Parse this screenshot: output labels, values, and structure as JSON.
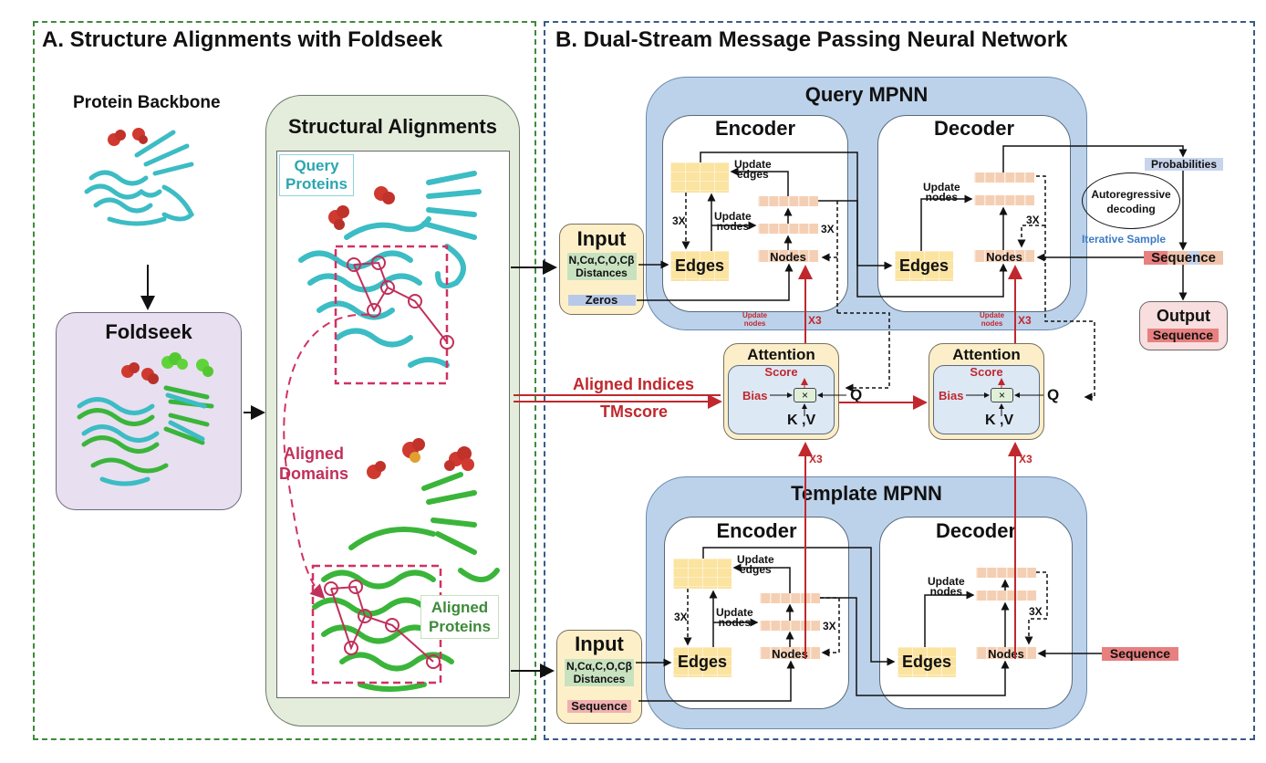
{
  "panel_a": {
    "title": "A. Structure Alignments with Foldseek",
    "protein_backbone_label": "Protein Backbone",
    "foldseek_label": "Foldseek",
    "structural_alignments": {
      "title": "Structural Alignments",
      "query_label": [
        "Query",
        "Proteins"
      ],
      "aligned_domains_label": [
        "Aligned",
        "Domains"
      ],
      "aligned_proteins_label": [
        "Aligned",
        "Proteins"
      ]
    }
  },
  "panel_b": {
    "title": "B. Dual-Stream Message Passing Neural Network",
    "query_mpnn": {
      "title": "Query  MPNN",
      "encoder": {
        "title": "Encoder",
        "update_edges": [
          "Update",
          "edges"
        ],
        "update_nodes": [
          "Update",
          "nodes"
        ],
        "repeat_left": "3X",
        "repeat_right": "3X",
        "edges_label": "Edges",
        "nodes_label": "Nodes"
      },
      "decoder": {
        "title": "Decoder",
        "update_nodes": [
          "Update",
          "nodes"
        ],
        "repeat": "3X",
        "edges_label": "Edges",
        "nodes_label": "Nodes"
      },
      "input": {
        "title": "Input",
        "features": "N,Cα,C,O,Cβ",
        "distances": "Distances",
        "extra": "Zeros"
      },
      "probabilities_label": "Probabilities",
      "autoregressive_label": [
        "Autoregressive",
        "decoding"
      ],
      "iterative_sample_label": "Iterative Sample",
      "sequence_label": "Sequence",
      "output": {
        "title": "Output",
        "sequence": "Sequence"
      },
      "update_nodes_red": [
        "Update",
        "nodes"
      ],
      "x3": "X3"
    },
    "attention": [
      {
        "title": "Attention",
        "score": "Score",
        "bias": "Bias",
        "q": "Q",
        "kv": "K ,V",
        "op": "×"
      },
      {
        "title": "Attention",
        "score": "Score",
        "bias": "Bias",
        "q": "Q",
        "kv": "K ,V",
        "op": "×"
      }
    ],
    "aligned_indices_label": "Aligned Indices",
    "tmscore_label": "TMscore",
    "x3_label": "X3",
    "template_mpnn": {
      "title": "Template  MPNN",
      "encoder": {
        "title": "Encoder",
        "update_edges": [
          "Update",
          "edges"
        ],
        "update_nodes": [
          "Update",
          "nodes"
        ],
        "repeat_left": "3X",
        "repeat_right": "3X",
        "edges_label": "Edges",
        "nodes_label": "Nodes"
      },
      "decoder": {
        "title": "Decoder",
        "update_nodes": [
          "Update",
          "nodes"
        ],
        "repeat": "3X",
        "edges_label": "Edges",
        "nodes_label": "Nodes"
      },
      "input": {
        "title": "Input",
        "features": "N,Cα,C,O,Cβ",
        "distances": "Distances",
        "extra": "Sequence"
      },
      "sequence_label": "Sequence"
    }
  },
  "colors": {
    "panel_a_border": "#3f8a3a",
    "panel_b_border": "#3a5a8a",
    "mpnn_fill": "#bcd2ea",
    "input_fill": "#fdf0c8",
    "edges_fill": "#fbe3a0",
    "nodes_fill": "#f5cfb3",
    "accent_red": "#c0282e",
    "iterative_blue": "#3b7bc4",
    "query_teal": "#2aa6b0",
    "aligned_green": "#3d8a3a",
    "domain_magenta": "#c0305a"
  }
}
